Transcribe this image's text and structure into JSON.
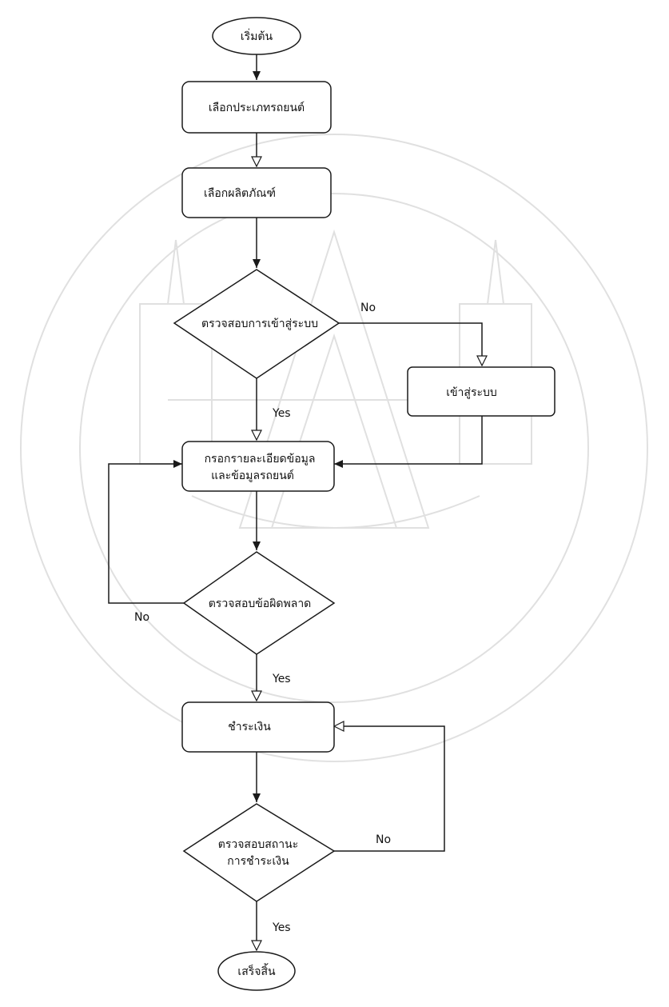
{
  "flowchart": {
    "start": "เริ่มต้น",
    "select_vehicle_type": "เลือกประเภทรถยนต์",
    "select_product": "เลือกผลิตภัณฑ์",
    "check_login": "ตรวจสอบการเข้าสู่ระบบ",
    "login": "เข้าสู่ระบบ",
    "fill_details_line1": "กรอกรายละเอียดข้อมูล",
    "fill_details_line2": "และข้อมูลรถยนต์",
    "check_errors": "ตรวจสอบข้อผิดพลาด",
    "pay": "ชำระเงิน",
    "check_payment_line1": "ตรวจสอบสถานะ",
    "check_payment_line2": "การชำระเงิน",
    "end": "เสร็จสิ้น"
  },
  "edges": {
    "login_no": "No",
    "login_yes": "Yes",
    "errors_no": "No",
    "errors_yes": "Yes",
    "payment_no": "No",
    "payment_yes": "Yes"
  },
  "colors": {
    "stroke": "#1a1a1a",
    "watermark": "#d9d9d9"
  }
}
